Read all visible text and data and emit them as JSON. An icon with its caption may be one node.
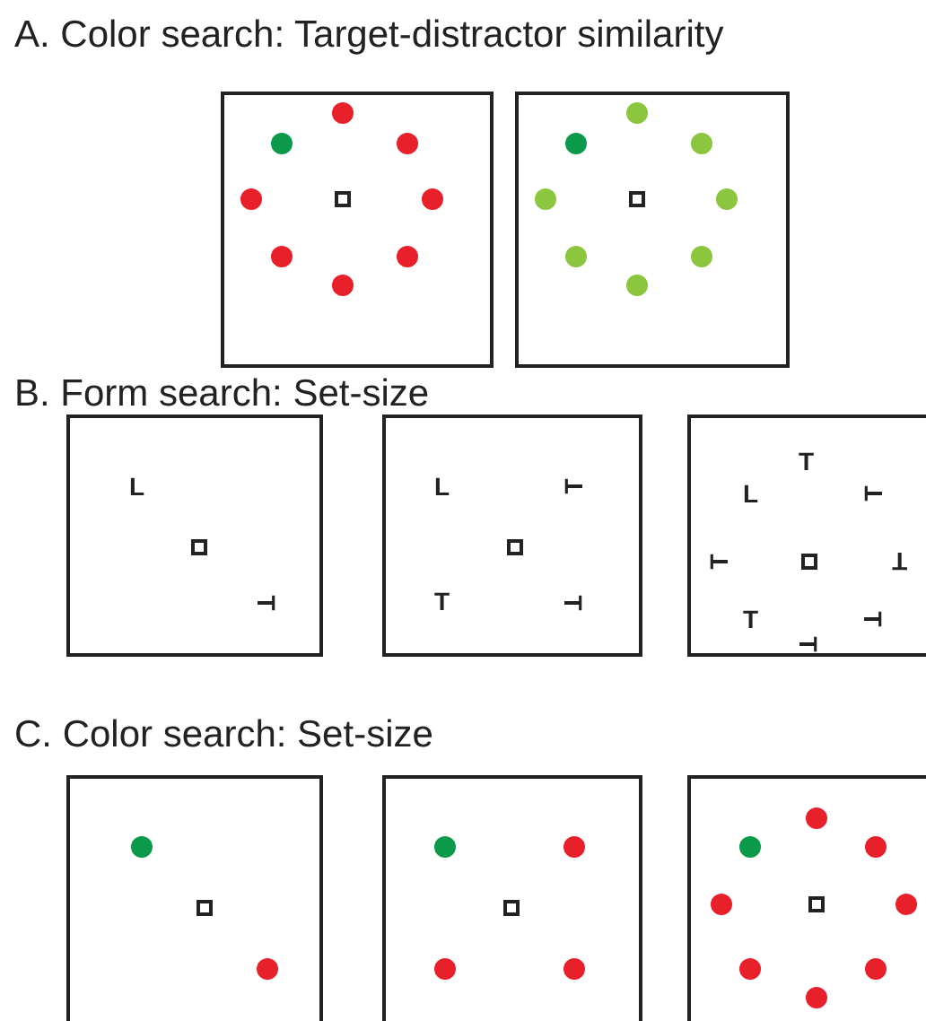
{
  "diagram": {
    "nodes": [
      {
        "text": [],
        "shape": "box"
      },
      {
        "text": [],
        "shape": "box"
      },
      {
        "text": [
          "L",
          "T"
        ]
      },
      {
        "text": [
          "L",
          "T",
          "T",
          "T"
        ]
      },
      {
        "text": [
          "T",
          "L",
          "T",
          "T",
          "T",
          "T",
          "T",
          "T"
        ]
      },
      {
        "text": [],
        "shape": "box"
      },
      {
        "text": [],
        "shape": "box"
      },
      {
        "text": [],
        "shape": "box"
      }
    ],
    "labels": [
      "A. Color search: Target-distractor similarity",
      "B. Form search: Set-size",
      "C. Color search: Set-size"
    ]
  }
}
